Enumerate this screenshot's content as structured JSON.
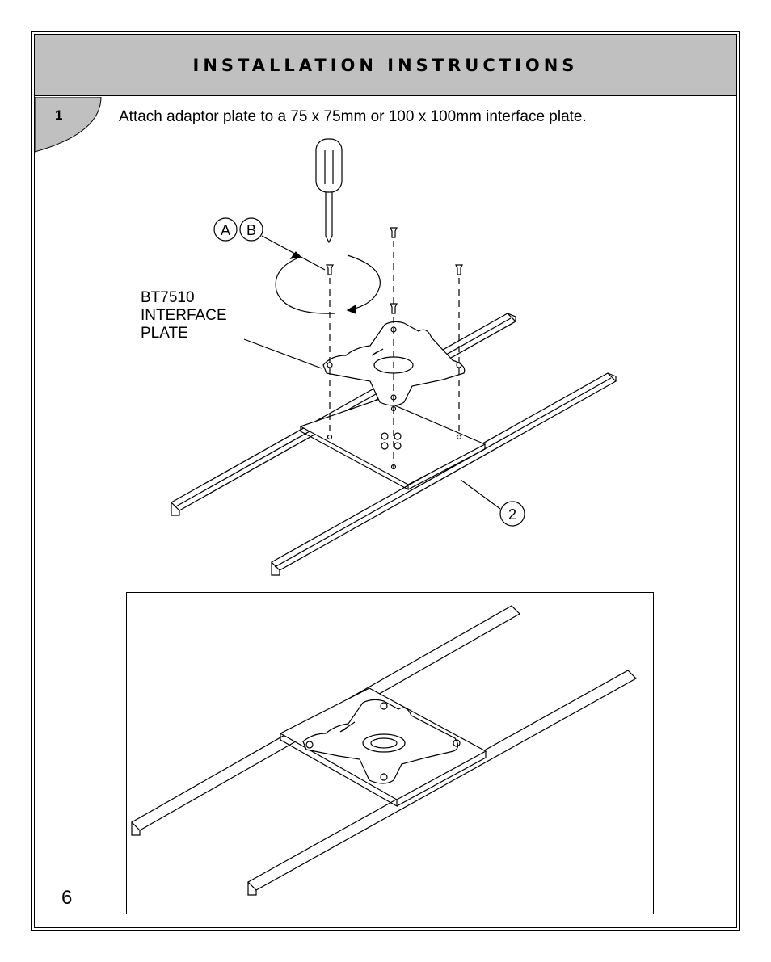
{
  "header": {
    "title": "INSTALLATION INSTRUCTIONS"
  },
  "step": {
    "number": "1",
    "instruction": "Attach adaptor plate to a 75 x 75mm or 100 x 100mm interface plate."
  },
  "callouts": {
    "a": "A",
    "b": "B",
    "part_2": "2",
    "plate_label_line1": "BT7510",
    "plate_label_line2": "INTERFACE",
    "plate_label_line3": "PLATE"
  },
  "footer": {
    "page_number": "6"
  }
}
